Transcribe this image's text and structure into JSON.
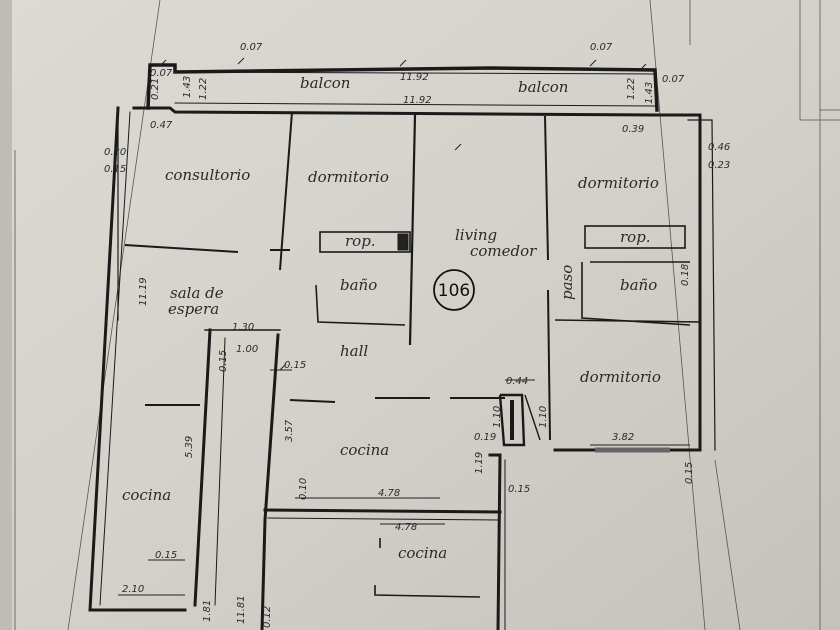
{
  "plan": {
    "unit_number": "106",
    "rooms": {
      "balcon_left": "balcon",
      "balcon_right": "balcon",
      "consultorio": "consultorio",
      "dormitorio_1": "dormitorio",
      "dormitorio_2": "dormitorio",
      "dormitorio_3": "dormitorio",
      "rop_1": "rop.",
      "rop_2": "rop.",
      "bano_1": "baño",
      "bano_2": "baño",
      "living_1": "living",
      "living_2": "comedor",
      "sala_1": "sala de",
      "sala_2": "espera",
      "hall": "hall",
      "paso": "paso",
      "cocina_center": "cocina",
      "cocina_left": "cocina",
      "cocina_bottom": "cocina"
    },
    "dims": {
      "d_007_a": "0.07",
      "d_007_b": "0.07",
      "d_007_c": "0.07",
      "d_007_d": "0.07",
      "d_021": "0.21",
      "d_143_l": "1.43",
      "d_122_l": "1.22",
      "d_192_top": "11.92",
      "d_192_mid": "11.92",
      "d_122_r": "1.22",
      "d_143_r": "1.43",
      "d_147": "0.47",
      "d_039": "0.39",
      "d_030": "0.30",
      "d_015_a": "0.15",
      "d_046": "0.46",
      "d_023": "0.23",
      "d_1119": "11.19",
      "d_130": "1.30",
      "d_100": "1.00",
      "d_015_b": "0.15",
      "d_015_c": "0.15",
      "d_044": "0.44",
      "d_110_a": "1.10",
      "d_110_b": "1.10",
      "d_018": "0.18",
      "d_357": "3.57",
      "d_539": "5.39",
      "d_019": "0.19",
      "d_119": "1.19",
      "d_382": "3.82",
      "d_015_d": "0.15",
      "d_010": "0.10",
      "d_478_a": "4.78",
      "d_015_e": "0.15",
      "d_478_b": "4.78",
      "d_015_f": "0.15",
      "d_210": "2.10",
      "d_181_a": "1.81",
      "d_181_b": "11.81",
      "d_012": "0.12"
    }
  }
}
